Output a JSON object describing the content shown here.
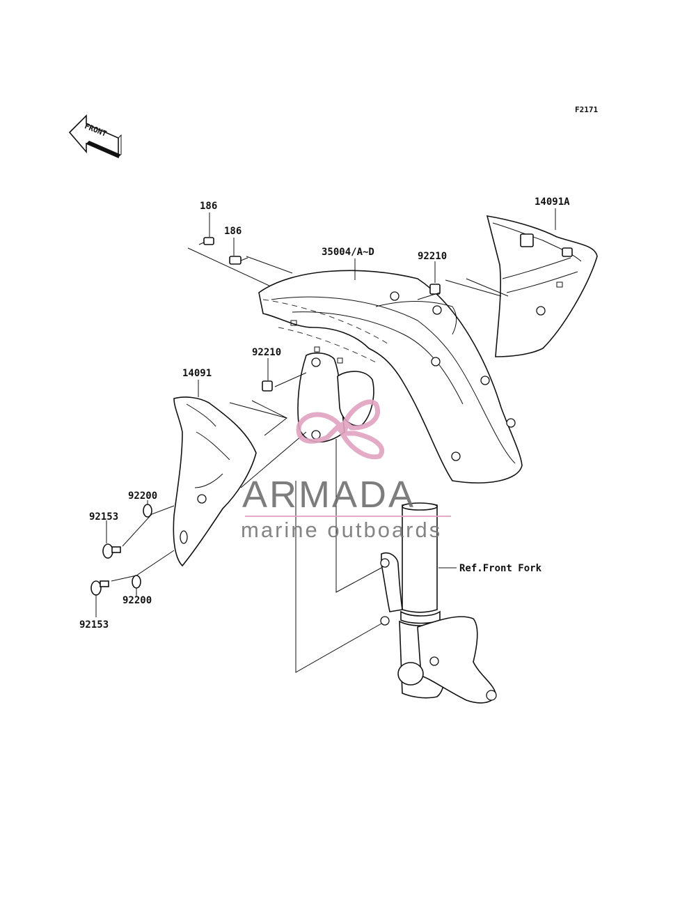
{
  "figure_code": "F2171",
  "direction_label": "FRONT",
  "parts": {
    "bolt_186_upper": "186",
    "bolt_186_lower": "186",
    "fender_front": "35004/A~D",
    "nut_92210_upper": "92210",
    "cover_right": "14091A",
    "nut_92210_lower": "92210",
    "cover_left": "14091",
    "washer_92200_upper": "92200",
    "bolt_92153_upper": "92153",
    "washer_92200_lower": "92200",
    "bolt_92153_lower": "92153",
    "front_fork_ref": "Ref.Front Fork"
  },
  "watermark": {
    "brand": "ARMADA",
    "tagline": "marine outboards",
    "accent_color": "#e0a3c0",
    "text_color": "#707070"
  }
}
